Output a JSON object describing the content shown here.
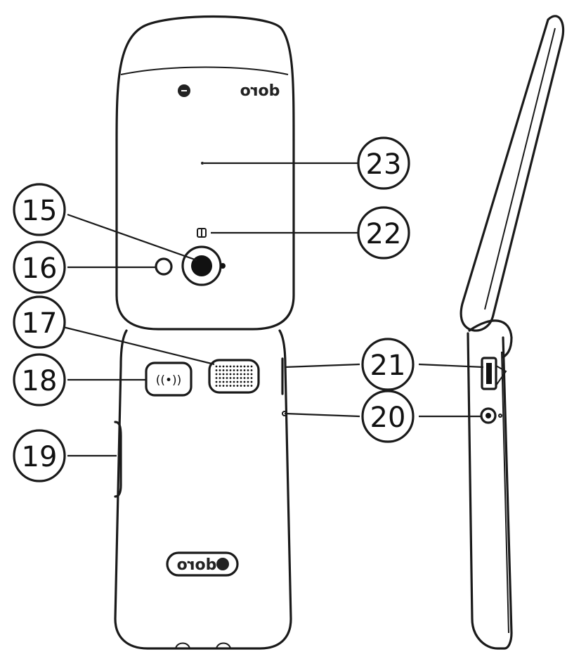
{
  "callouts": [
    {
      "id": "c15",
      "number": "15"
    },
    {
      "id": "c16",
      "number": "16"
    },
    {
      "id": "c17",
      "number": "17"
    },
    {
      "id": "c18",
      "number": "18"
    },
    {
      "id": "c19",
      "number": "19"
    },
    {
      "id": "c20",
      "number": "20"
    },
    {
      "id": "c21",
      "number": "21"
    },
    {
      "id": "c22",
      "number": "22"
    },
    {
      "id": "c23",
      "number": "23"
    }
  ],
  "branding": {
    "top_logo": "doro",
    "bottom_logo": "doro"
  },
  "icons": {
    "assistance_button": "((•))"
  }
}
